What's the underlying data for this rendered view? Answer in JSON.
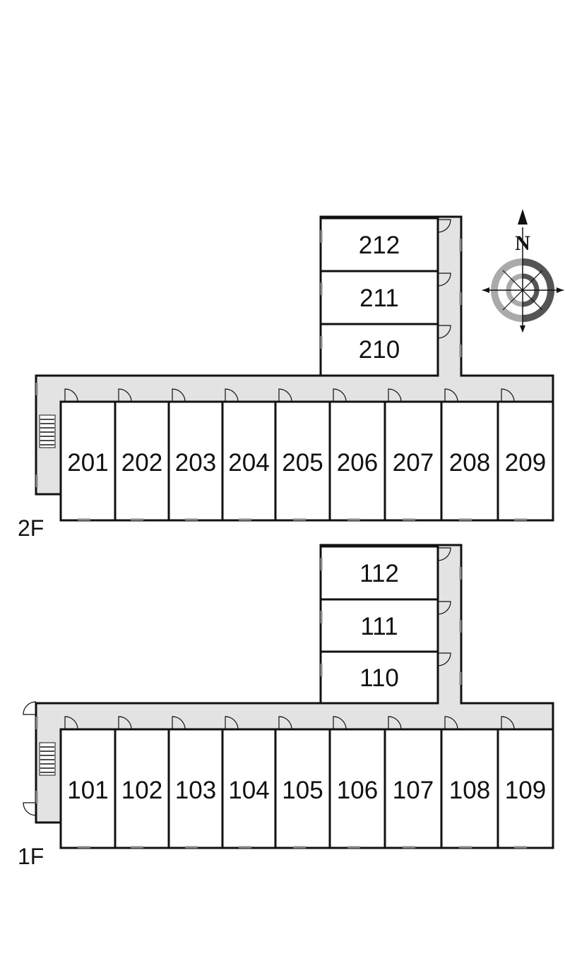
{
  "colors": {
    "wall": "#111111",
    "corridor": "#e3e3e3",
    "room": "#ffffff",
    "window": "#888888",
    "compass_dark": "#555555",
    "compass_light": "#aaaaaa"
  },
  "compass": {
    "label": "N",
    "icon": "compass-rose-icon"
  },
  "floors": [
    {
      "id": "2f",
      "label": "2F",
      "row_rooms": [
        "201",
        "202",
        "203",
        "204",
        "205",
        "206",
        "207",
        "208",
        "209"
      ],
      "wing_rooms": [
        "212",
        "211",
        "210"
      ],
      "stair_icon": "staircase-icon"
    },
    {
      "id": "1f",
      "label": "1F",
      "row_rooms": [
        "101",
        "102",
        "103",
        "104",
        "105",
        "106",
        "107",
        "108",
        "109"
      ],
      "wing_rooms": [
        "112",
        "111",
        "110"
      ],
      "stair_icon": "staircase-icon"
    }
  ]
}
